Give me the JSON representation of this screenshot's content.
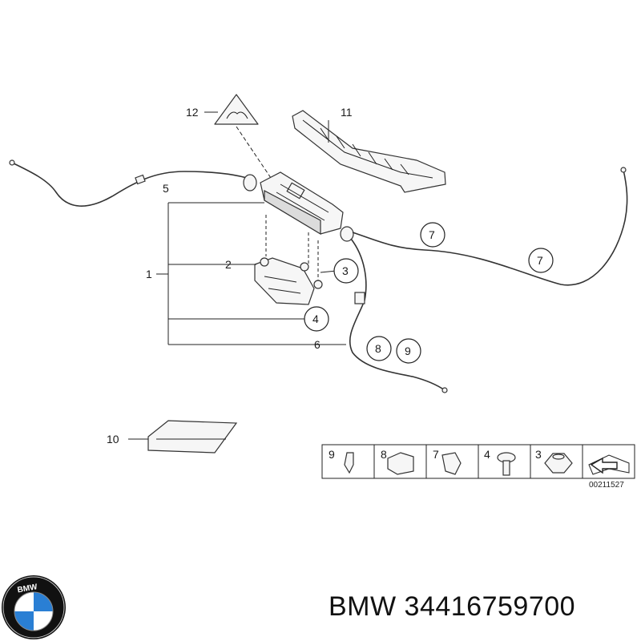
{
  "callouts": {
    "c1": "1",
    "c2": "2",
    "c3": "3",
    "c4": "4",
    "c5": "5",
    "c6": "6",
    "c7a": "7",
    "c7b": "7",
    "c8": "8",
    "c9": "9",
    "c10": "10",
    "c11": "11",
    "c12": "12"
  },
  "legend": {
    "items": [
      "9",
      "8",
      "7",
      "4",
      "3"
    ],
    "doc_number": "00211527"
  },
  "caption": {
    "brand": "BMW",
    "part_number": "34416759700",
    "logo_letters": "BMW"
  },
  "colors": {
    "logo_blue": "#2a7fd4",
    "logo_ring": "#111111",
    "line": "#222222"
  }
}
